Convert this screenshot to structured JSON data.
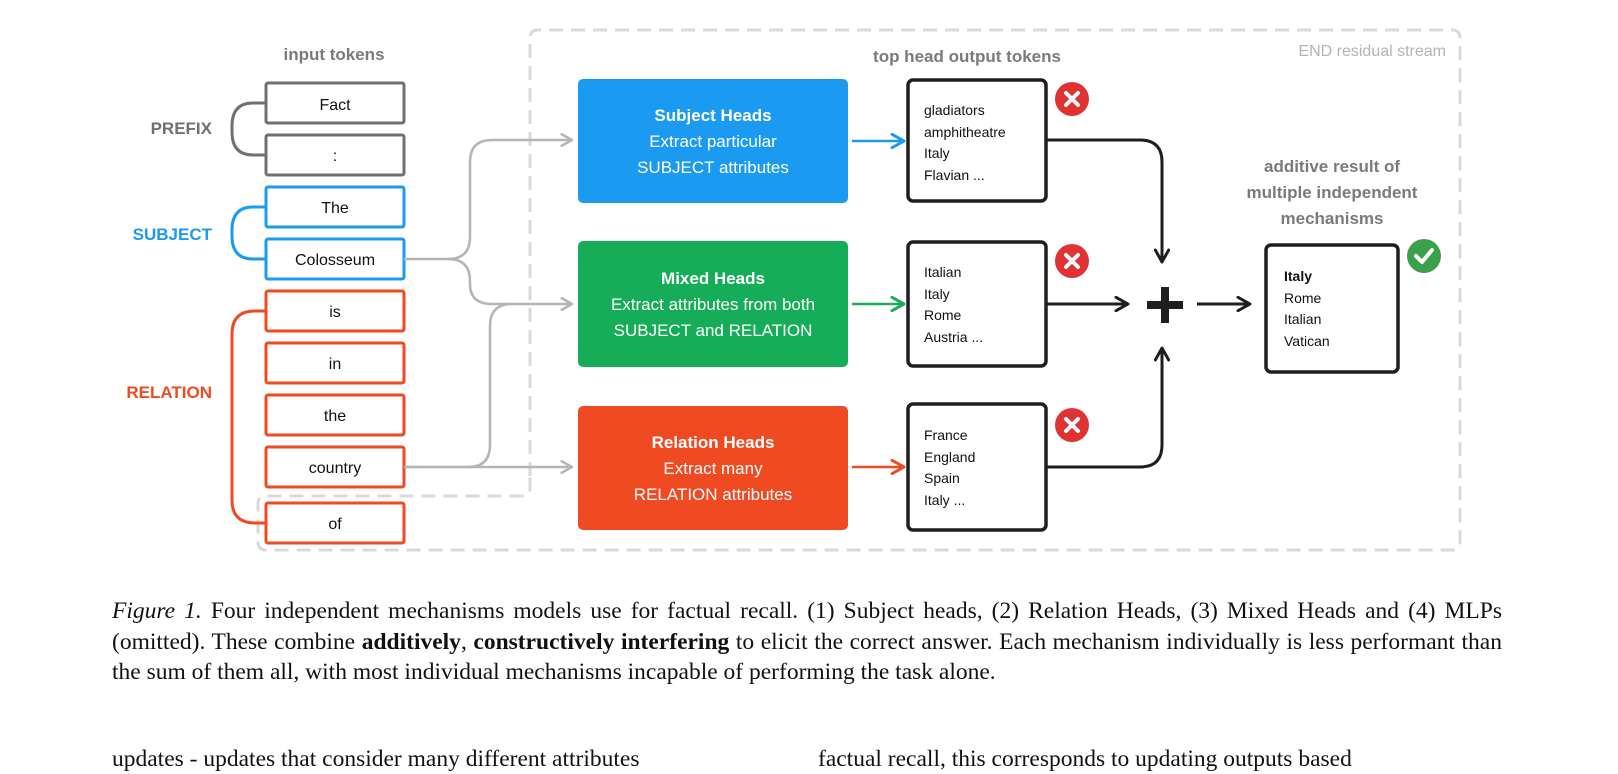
{
  "figure": {
    "end_residual_label": "END residual stream",
    "input_tokens_label": "input tokens",
    "top_head_label": "top head output tokens",
    "groups": {
      "prefix": "PREFIX",
      "subject": "SUBJECT",
      "relation": "RELATION"
    },
    "tokens": [
      "Fact",
      ":",
      "The",
      "Colosseum",
      "is",
      "in",
      "the",
      "country",
      "of"
    ],
    "heads": [
      {
        "title": "Subject Heads",
        "line1": "Extract particular",
        "line2": "SUBJECT attributes",
        "outputs": [
          "gladiators",
          "amphitheatre",
          "Italy",
          "Flavian ..."
        ]
      },
      {
        "title": "Mixed Heads",
        "line1": "Extract attributes from both",
        "line2": "SUBJECT and RELATION",
        "outputs": [
          "Italian",
          "Italy",
          "Rome",
          "Austria ..."
        ]
      },
      {
        "title": "Relation Heads",
        "line1": "Extract many",
        "line2": "RELATION attributes",
        "outputs": [
          "France",
          "England",
          "Spain",
          "Italy ..."
        ]
      }
    ],
    "additive_label": [
      "additive result of",
      "multiple independent",
      "mechanisms"
    ],
    "result": [
      "Italy",
      "Rome",
      "Italian",
      "Vatican"
    ],
    "colors": {
      "prefix": "#707070",
      "subject": "#1a9af0",
      "mixed": "#16ad58",
      "relation": "#f04a22",
      "wrong": "#e03232",
      "correct": "#3aa04a"
    }
  },
  "caption": {
    "label": "Figure 1.",
    "text_1": " Four independent mechanisms models use for factual recall. (1) Subject heads, (2) Relation Heads, (3) Mixed Heads and (4) MLPs (omitted). These combine ",
    "bold_1": "additively",
    "text_2": ", ",
    "bold_2": "constructively interfering",
    "text_3": " to elicit the correct answer. Each mechanism individually is less performant than the sum of them all, with most individual mechanisms incapable of performing the task alone."
  },
  "body": {
    "left_col": "updates - updates that consider many different attributes",
    "right_col": "factual recall, this corresponds to updating outputs based"
  }
}
